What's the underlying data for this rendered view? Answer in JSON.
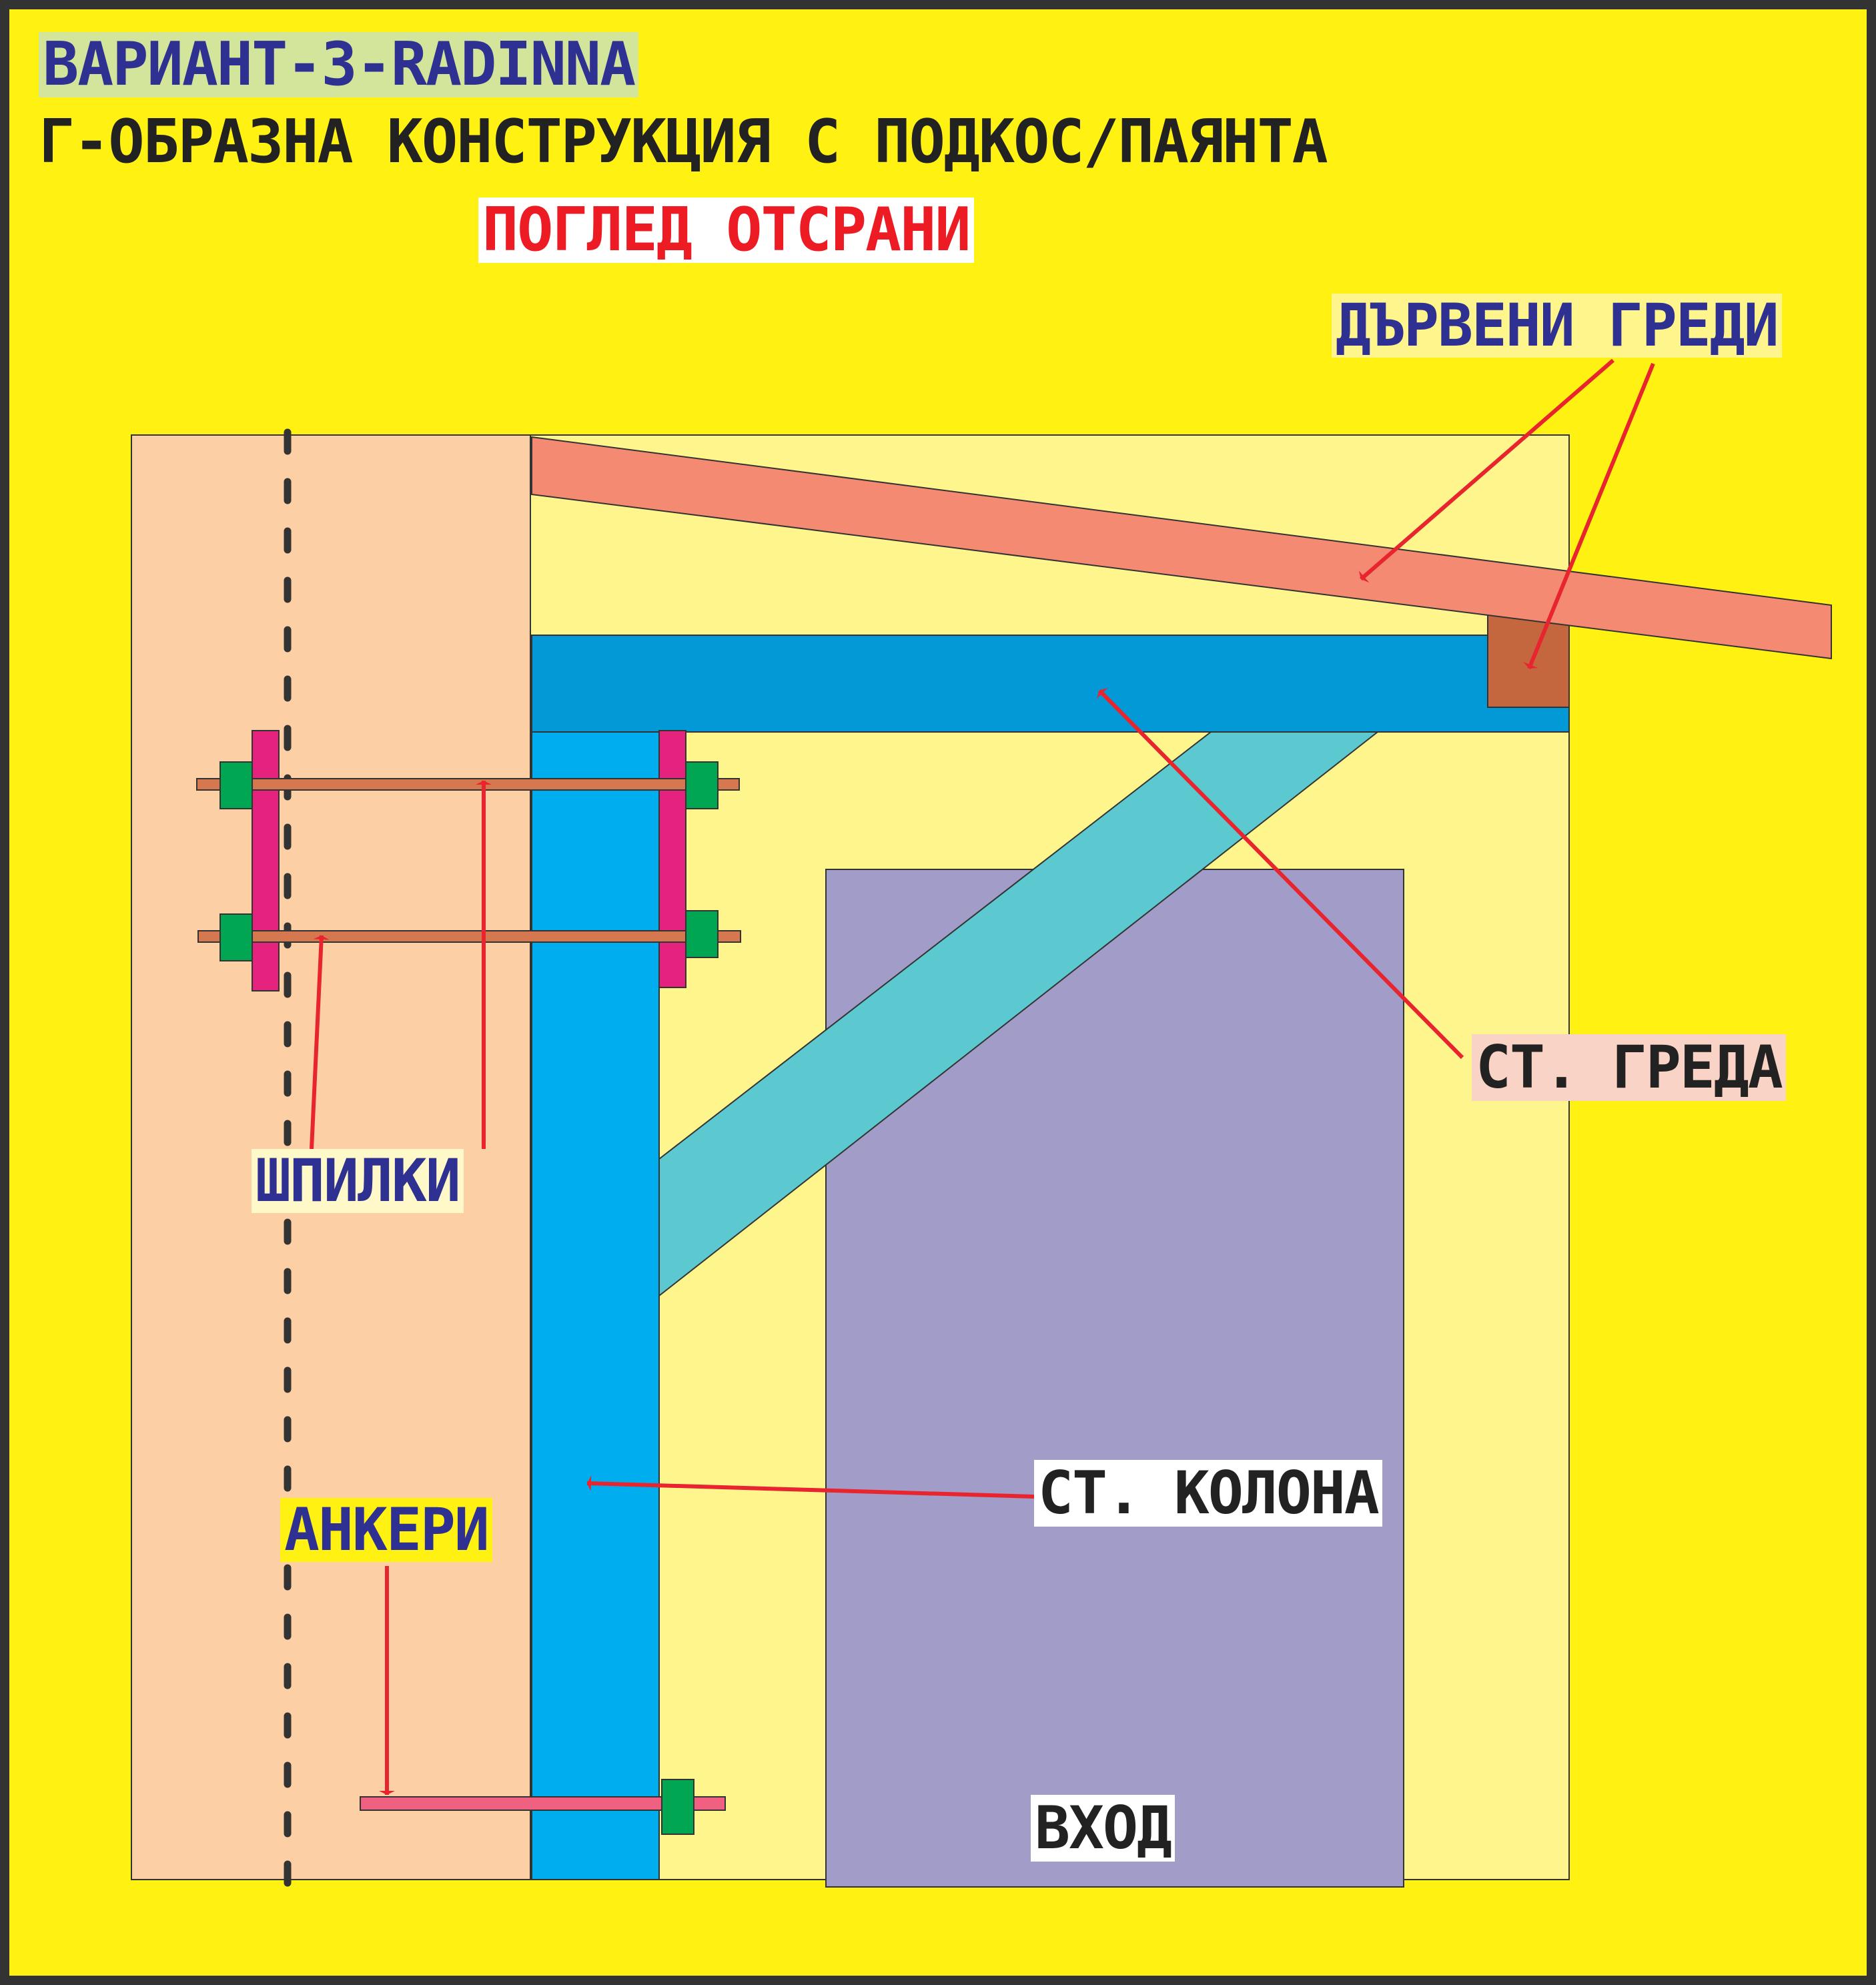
{
  "header": {
    "variant": "ВАРИАНТ-3-RADINNA",
    "title": "Г-ОБРАЗНА КОНСТРУКЦИЯ С ПОДКОС/ПАЯНТА",
    "view": "ПОГЛЕД ОТСРАНИ"
  },
  "labels": {
    "wood_beams": "ДЪРВЕНИ ГРЕДИ",
    "steel_beam": "СТ. ГРЕДА",
    "studs": "ШПИЛКИ",
    "anchors": "АНКЕРИ",
    "steel_column": "СТ. КОЛОНА",
    "entrance": "ВХОД"
  },
  "colors": {
    "background": "#FFF212",
    "frame": "#333333",
    "wall": "#FDCFA5",
    "back_panel": "#FFF58D",
    "wood_beam": "#F58A73",
    "wood_block": "#C4673F",
    "steel_beam": "#0398D6",
    "steel_column": "#00AEEF",
    "brace": "#5BC9CF",
    "door": "#A19CC8",
    "stud_rod": "#D57850",
    "plate": "#E6227F",
    "nut": "#00A651",
    "anchor_rod": "#F06080",
    "arrow": "#E8252E",
    "label_blue": "#2E3192",
    "label_dark": "#222222",
    "label_red": "#ED1C24"
  }
}
